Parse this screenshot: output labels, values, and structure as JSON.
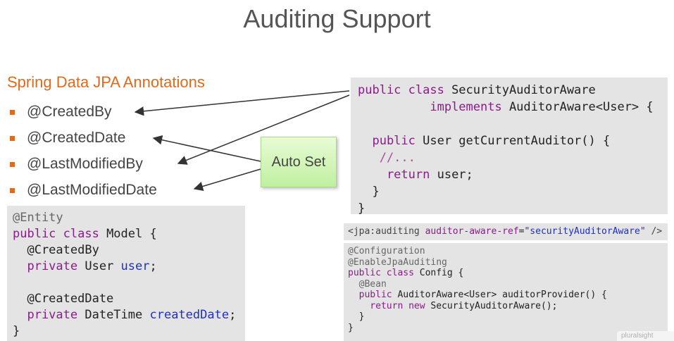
{
  "title": "Auditing Support",
  "annotations": {
    "heading": "Spring Data JPA Annotations",
    "items": [
      "@CreatedBy",
      "@CreatedDate",
      "@LastModifiedBy",
      "@LastModifiedDate"
    ]
  },
  "autoset_label": "Auto Set",
  "model_code": {
    "l1": "@Entity",
    "l2_kw": "public class",
    "l2_rest": " Model {",
    "l3": "  @CreatedBy",
    "l4_kw": "  private",
    "l4_type": " User ",
    "l4_field": "user",
    "l4_end": ";",
    "l6": "  @CreatedDate",
    "l7_kw": "  private",
    "l7_type": " DateTime ",
    "l7_field": "createdDate",
    "l7_end": ";",
    "l8": "}"
  },
  "auditor_code": {
    "l1_kw": "public class",
    "l1_rest": " SecurityAuditorAware",
    "l2_kw": "          implements",
    "l2_rest": " AuditorAware<User> {",
    "l4_kw": "  public",
    "l4_rest": " User getCurrentAuditor() {",
    "l5": "   //...",
    "l6_kw": "    return",
    "l6_rest": " user;",
    "l7": "  }",
    "l8": "}"
  },
  "xml_code": {
    "tag_open": "<jpa:auditing ",
    "attr": "auditor-aware-ref",
    "eq": "=",
    "value": "\"securityAuditorAware\"",
    "tag_close": " />"
  },
  "config_code": {
    "l1": "@Configuration",
    "l2": "@EnableJpaAuditing",
    "l3_kw": "public class",
    "l3_rest": " Config {",
    "l4": "  @Bean",
    "l5_kw": "  public",
    "l5_rest": " AuditorAware<User> auditorProvider() {",
    "l6_kw": "    return new",
    "l6_rest": " SecurityAuditorAware();",
    "l7": "  }",
    "l8": "}"
  },
  "watermark": "pluralsight"
}
